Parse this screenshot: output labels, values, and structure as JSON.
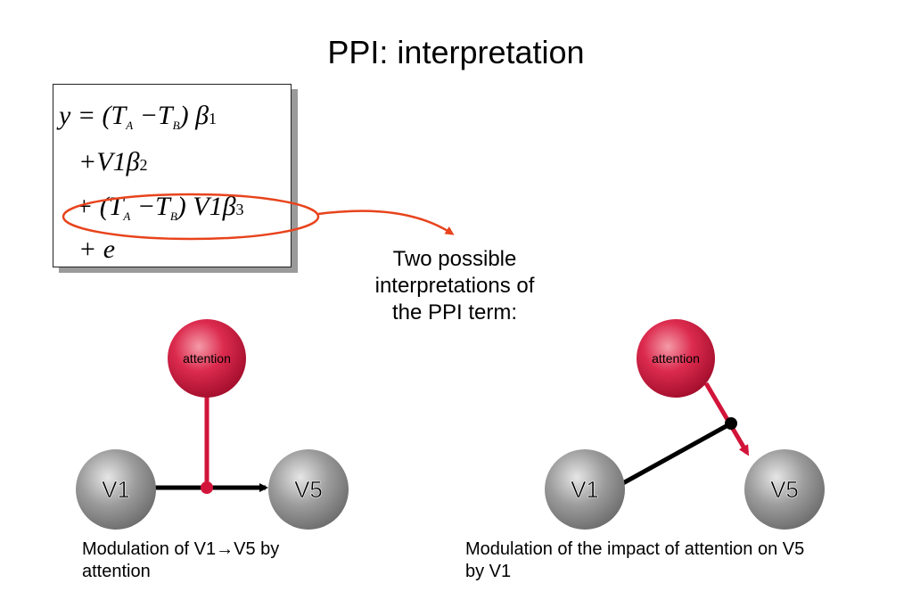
{
  "title": "PPI: interpretation",
  "equation": {
    "line1": "y =  (T",
    "line1_sub_a": "A",
    "line1_mid": " −T",
    "line1_sub_b": "B",
    "line1_end": ") β",
    "line1_idx": "1",
    "line2": "+V1β",
    "line2_idx": "2",
    "line3": "+ (T",
    "line3_sub_a": "A",
    "line3_mid": " −T",
    "line3_sub_b": "B",
    "line3_end": ") V1β",
    "line3_idx": "3",
    "line4": "+ e"
  },
  "callout": {
    "line1": "Two possible",
    "line2": "interpretations of",
    "line3": "the PPI term:"
  },
  "left_diagram": {
    "node_top": "attention",
    "node_left": "V1",
    "node_right": "V5",
    "caption_line1": "Modulation of V1→V5 by",
    "caption_line2": "attention"
  },
  "right_diagram": {
    "node_top": "attention",
    "node_left": "V1",
    "node_right": "V5",
    "caption_line1": "Modulation of the impact of attention on V5",
    "caption_line2": "by V1"
  },
  "colors": {
    "attention": "#d2143a",
    "region": "#8c8c8c",
    "callout": "#e8431c",
    "arrow_black": "#000000"
  }
}
